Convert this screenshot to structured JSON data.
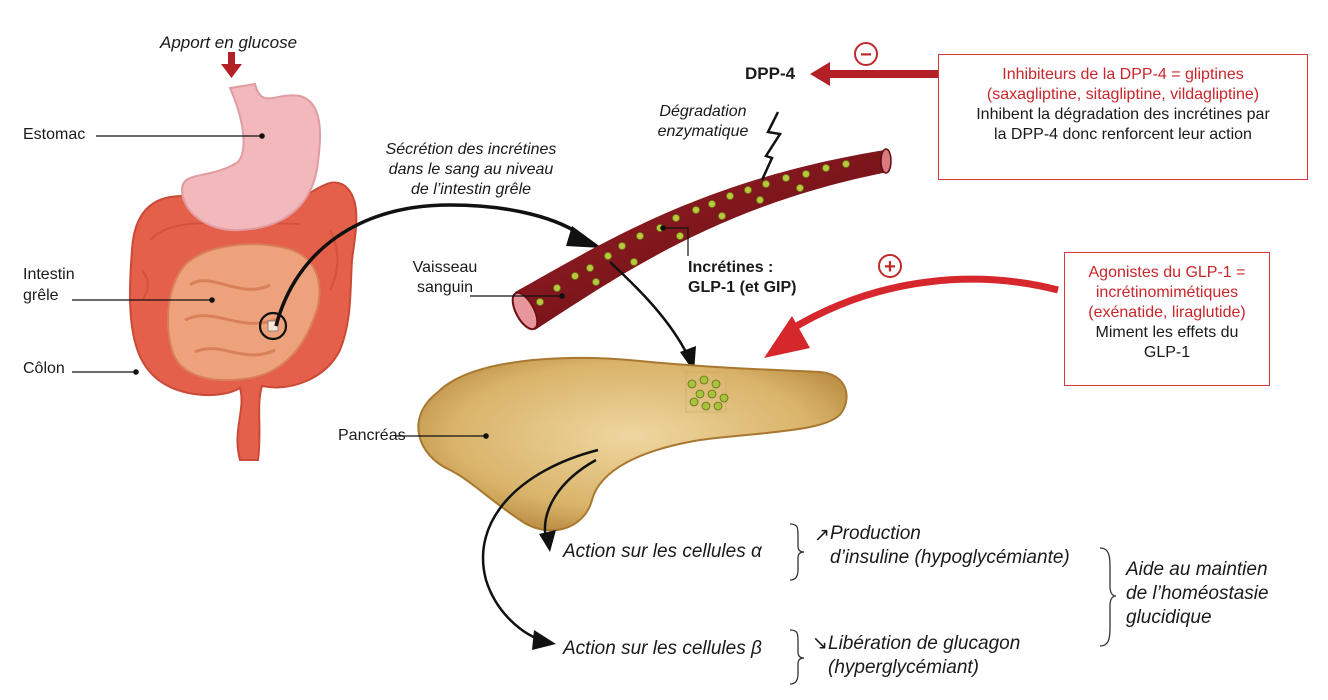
{
  "labels": {
    "apport": "Apport en glucose",
    "estomac": "Estomac",
    "intestin_1": "Intestin",
    "intestin_2": "grêle",
    "colon": "Côlon",
    "secretion_1": "Sécrétion des incrétines",
    "secretion_2": "dans le sang au niveau",
    "secretion_3": "de l’intestin grêle",
    "degradation_1": "Dégradation",
    "degradation_2": "enzymatique",
    "dpp4": "DPP-4",
    "vaisseau_1": "Vaisseau",
    "vaisseau_2": "sanguin",
    "incretines_1": "Incrétines :",
    "incretines_2": "GLP-1 (et GIP)",
    "pancreas": "Pancréas",
    "minus": "−",
    "plus": "+"
  },
  "box_dpp4": {
    "line1": "Inhibiteurs de la DPP-4 = gliptines",
    "line2": "(saxagliptine, sitagliptine, vildagliptine)",
    "line3": "Inhibent la dégradation des incrétines par",
    "line4": "la DPP-4 donc renforcent leur action"
  },
  "box_glp1": {
    "line1": "Agonistes du GLP-1 =",
    "line2": "incrétinomimétiques",
    "line3": "(exénatide, liraglutide)",
    "line4": "Miment les effets du",
    "line5": "GLP-1"
  },
  "actions": {
    "alpha": "Action sur les cellules α",
    "beta": "Action sur les cellules β",
    "up_arrow": "↗",
    "down_arrow": "↘",
    "production_1": "Production",
    "production_2": "d’insuline (hypoglycémiante)",
    "liberation_1": "Libération de glucagon",
    "liberation_2": "(hyperglycémiant)",
    "aide_1": "Aide au maintien",
    "aide_2": "de l’homéostasie",
    "aide_3": "glucidique"
  },
  "colors": {
    "stomach": "#f2b8bb",
    "colon": "#e4604a",
    "small_intestine": "#eea27c",
    "vessel": "#7a1218",
    "pancreas": "#d9b46a",
    "accent_red": "#c8262a",
    "granule": "#b7c93a"
  }
}
